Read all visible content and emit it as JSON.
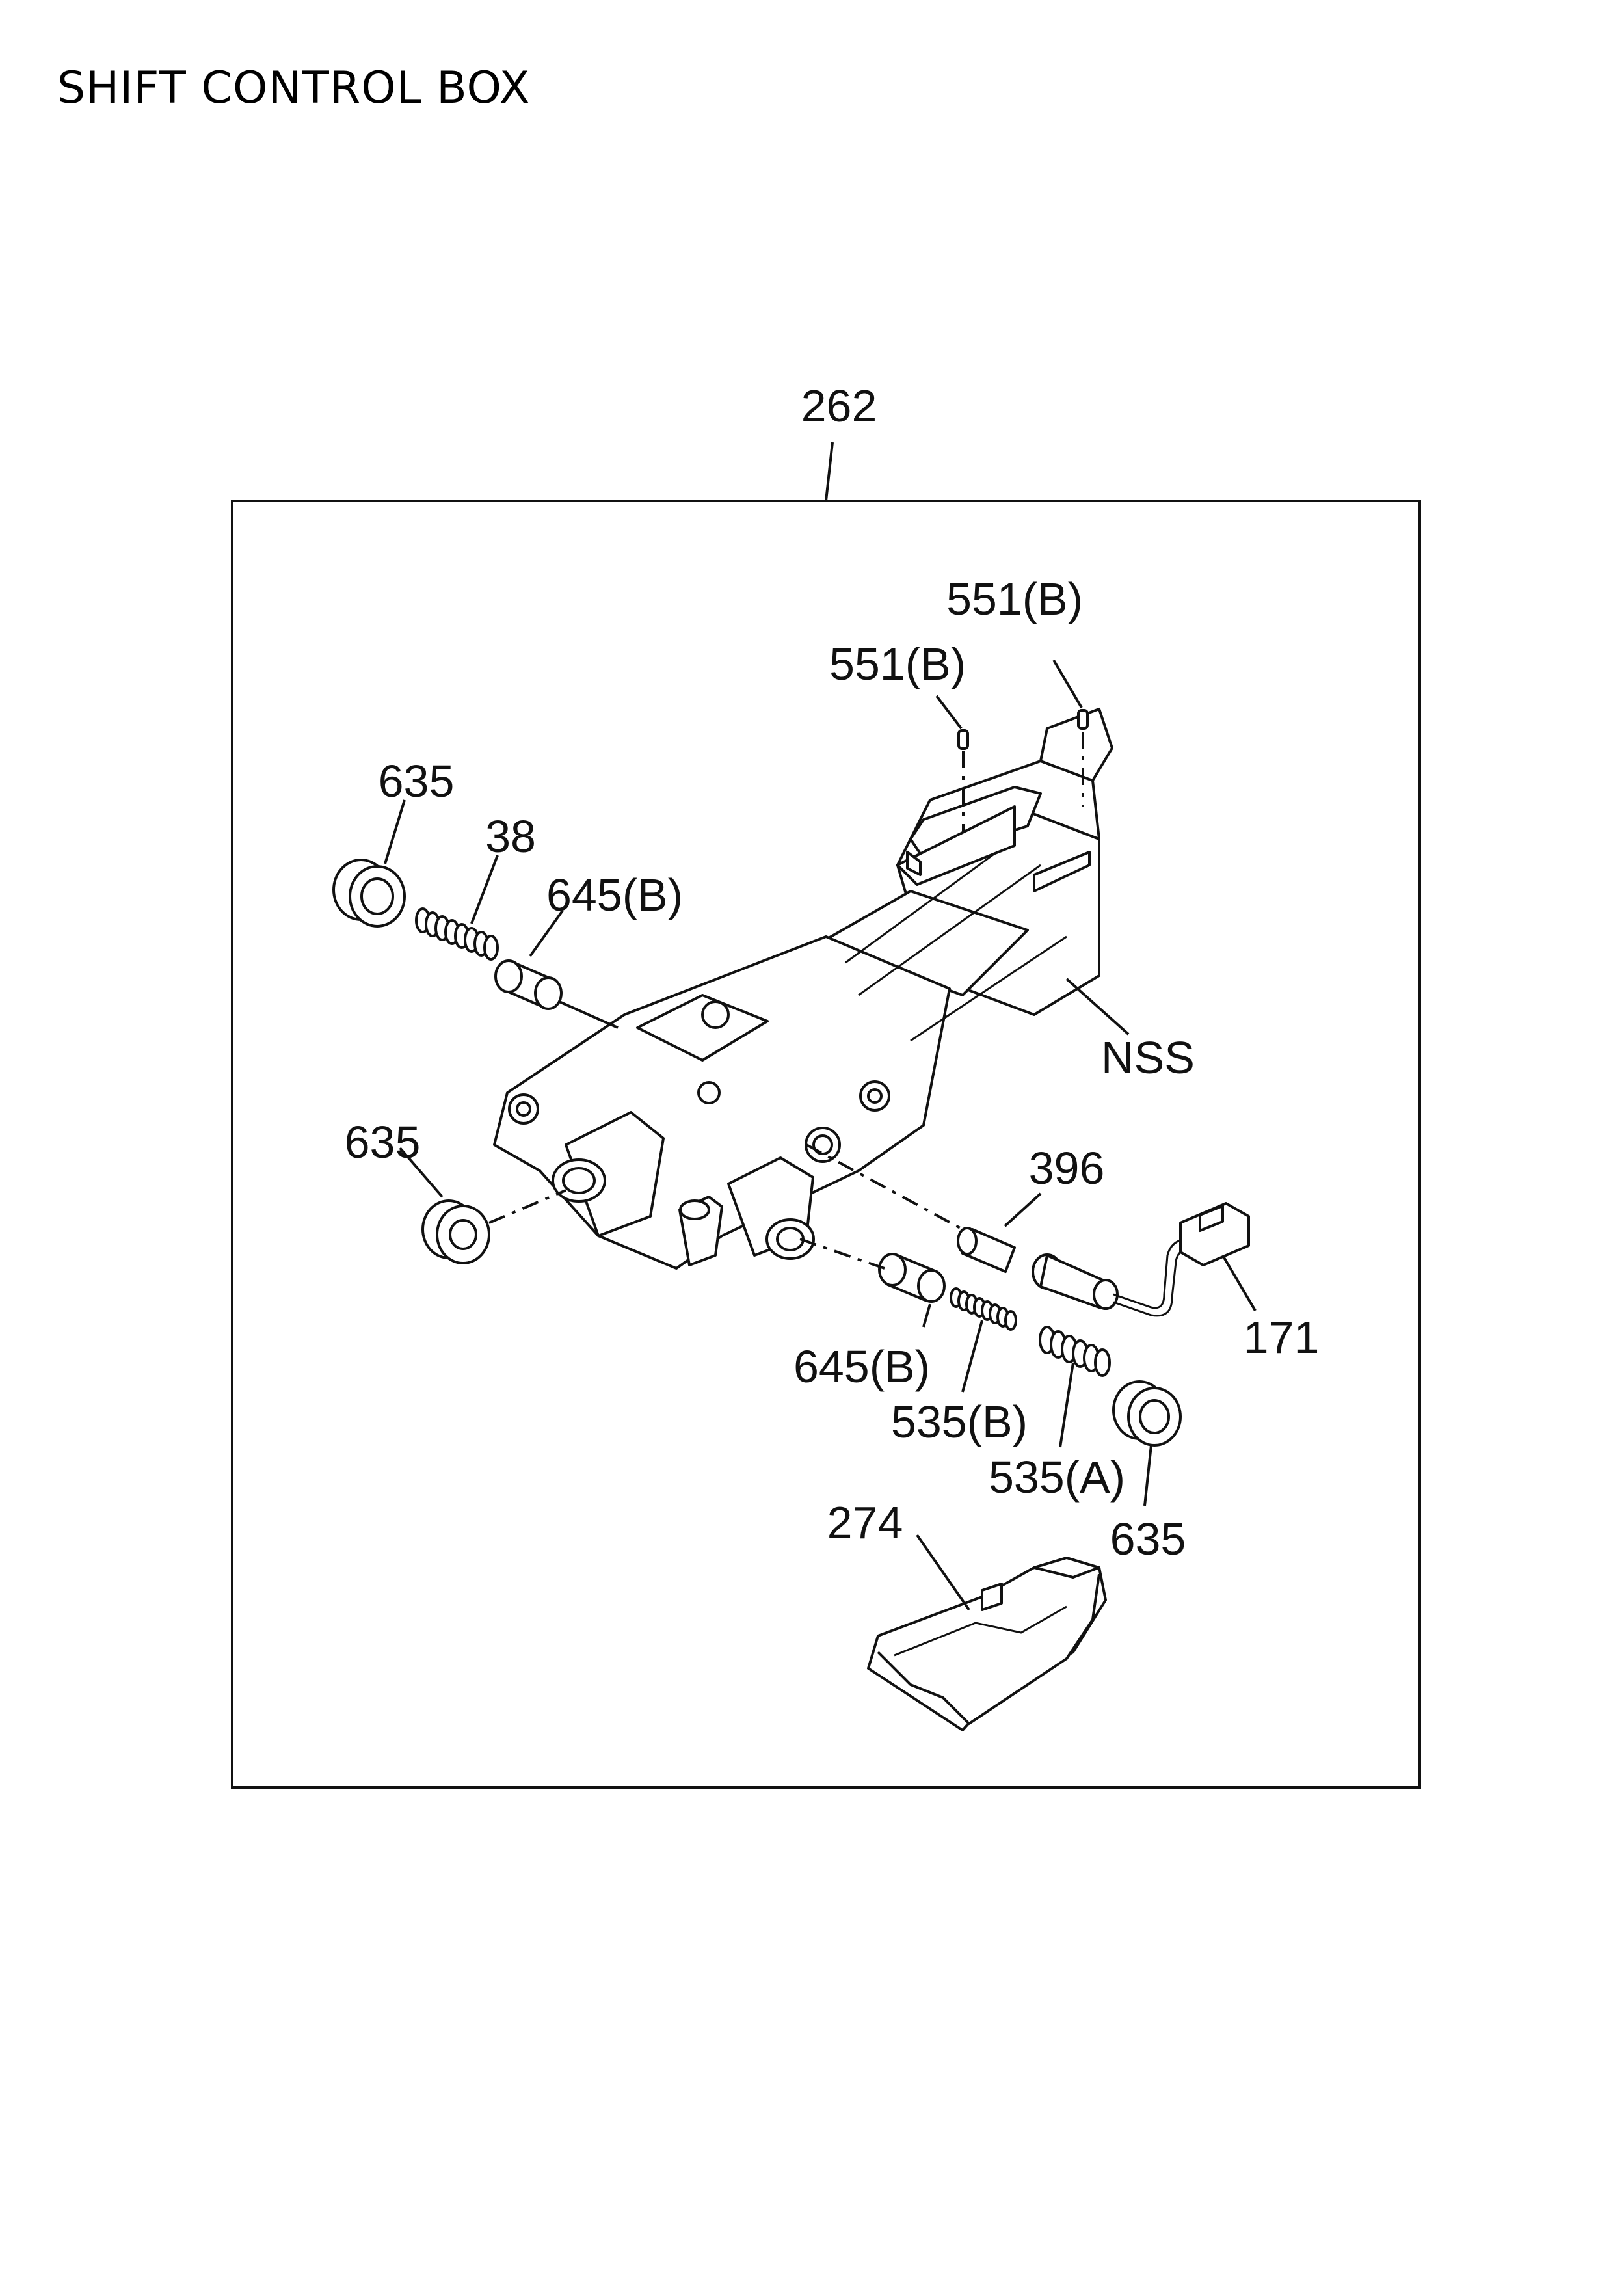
{
  "title": "SHIFT CONTROL BOX",
  "callouts": {
    "c262": "262",
    "c551b_1": "551(B)",
    "c551b_2": "551(B)",
    "c635_1": "635",
    "c38": "38",
    "c645b_1": "645(B)",
    "cNSS": "NSS",
    "c635_2": "635",
    "c396": "396",
    "c171": "171",
    "c645b_2": "645(B)",
    "c535b": "535(B)",
    "c535a": "535(A)",
    "c635_3": "635",
    "c274": "274"
  }
}
